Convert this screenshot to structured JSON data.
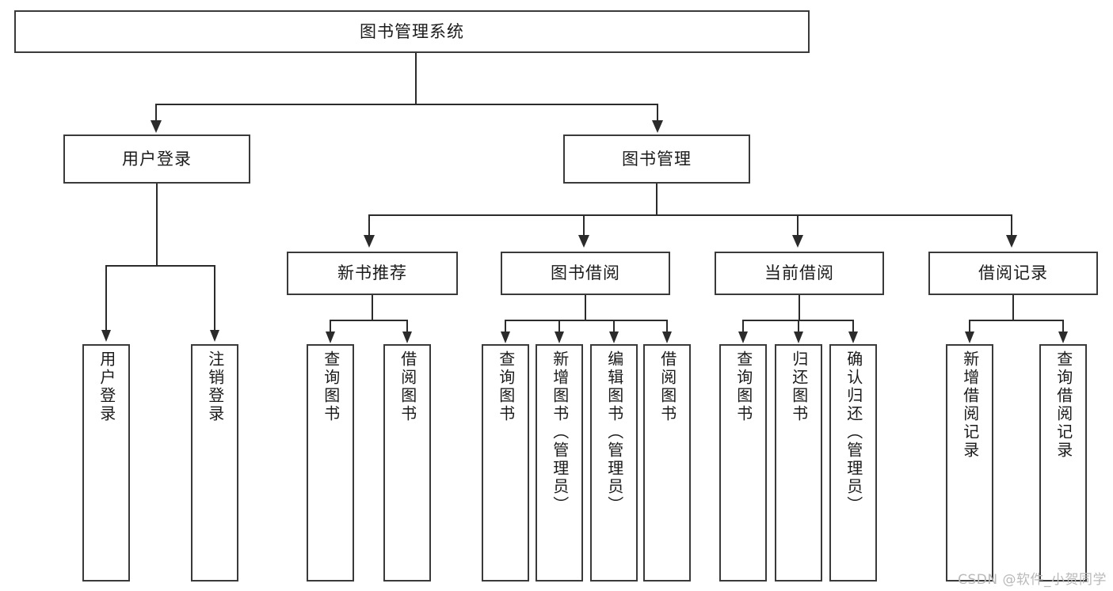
{
  "diagram": {
    "title": "图书管理系统",
    "type": "tree",
    "watermark": "CSDN @软件_小贺同学",
    "colors": {
      "box_border": "#3a3a3a",
      "connector": "#2b2b2b",
      "background": "#ffffff",
      "text": "#1a1a1a",
      "watermark": "#b9b9b9"
    },
    "root": {
      "label": "图书管理系统"
    },
    "level2": [
      {
        "label": "用户登录"
      },
      {
        "label": "图书管理"
      }
    ],
    "level3": [
      {
        "label": "新书推荐"
      },
      {
        "label": "图书借阅"
      },
      {
        "label": "当前借阅"
      },
      {
        "label": "借阅记录"
      }
    ],
    "leaves": {
      "user_login": [
        {
          "label": "用户登录"
        },
        {
          "label": "注销登录"
        }
      ],
      "new_book_recommend": [
        {
          "label": "查询图书"
        },
        {
          "label": "借阅图书"
        }
      ],
      "book_borrow": [
        {
          "label": "查询图书"
        },
        {
          "label": "新增图书（管理员）"
        },
        {
          "label": "编辑图书（管理员）"
        },
        {
          "label": "借阅图书"
        }
      ],
      "current_borrow": [
        {
          "label": "查询图书"
        },
        {
          "label": "归还图书"
        },
        {
          "label": "确认归还（管理员）"
        }
      ],
      "borrow_records": [
        {
          "label": "新增借阅记录"
        },
        {
          "label": "查询借阅记录"
        }
      ]
    }
  }
}
